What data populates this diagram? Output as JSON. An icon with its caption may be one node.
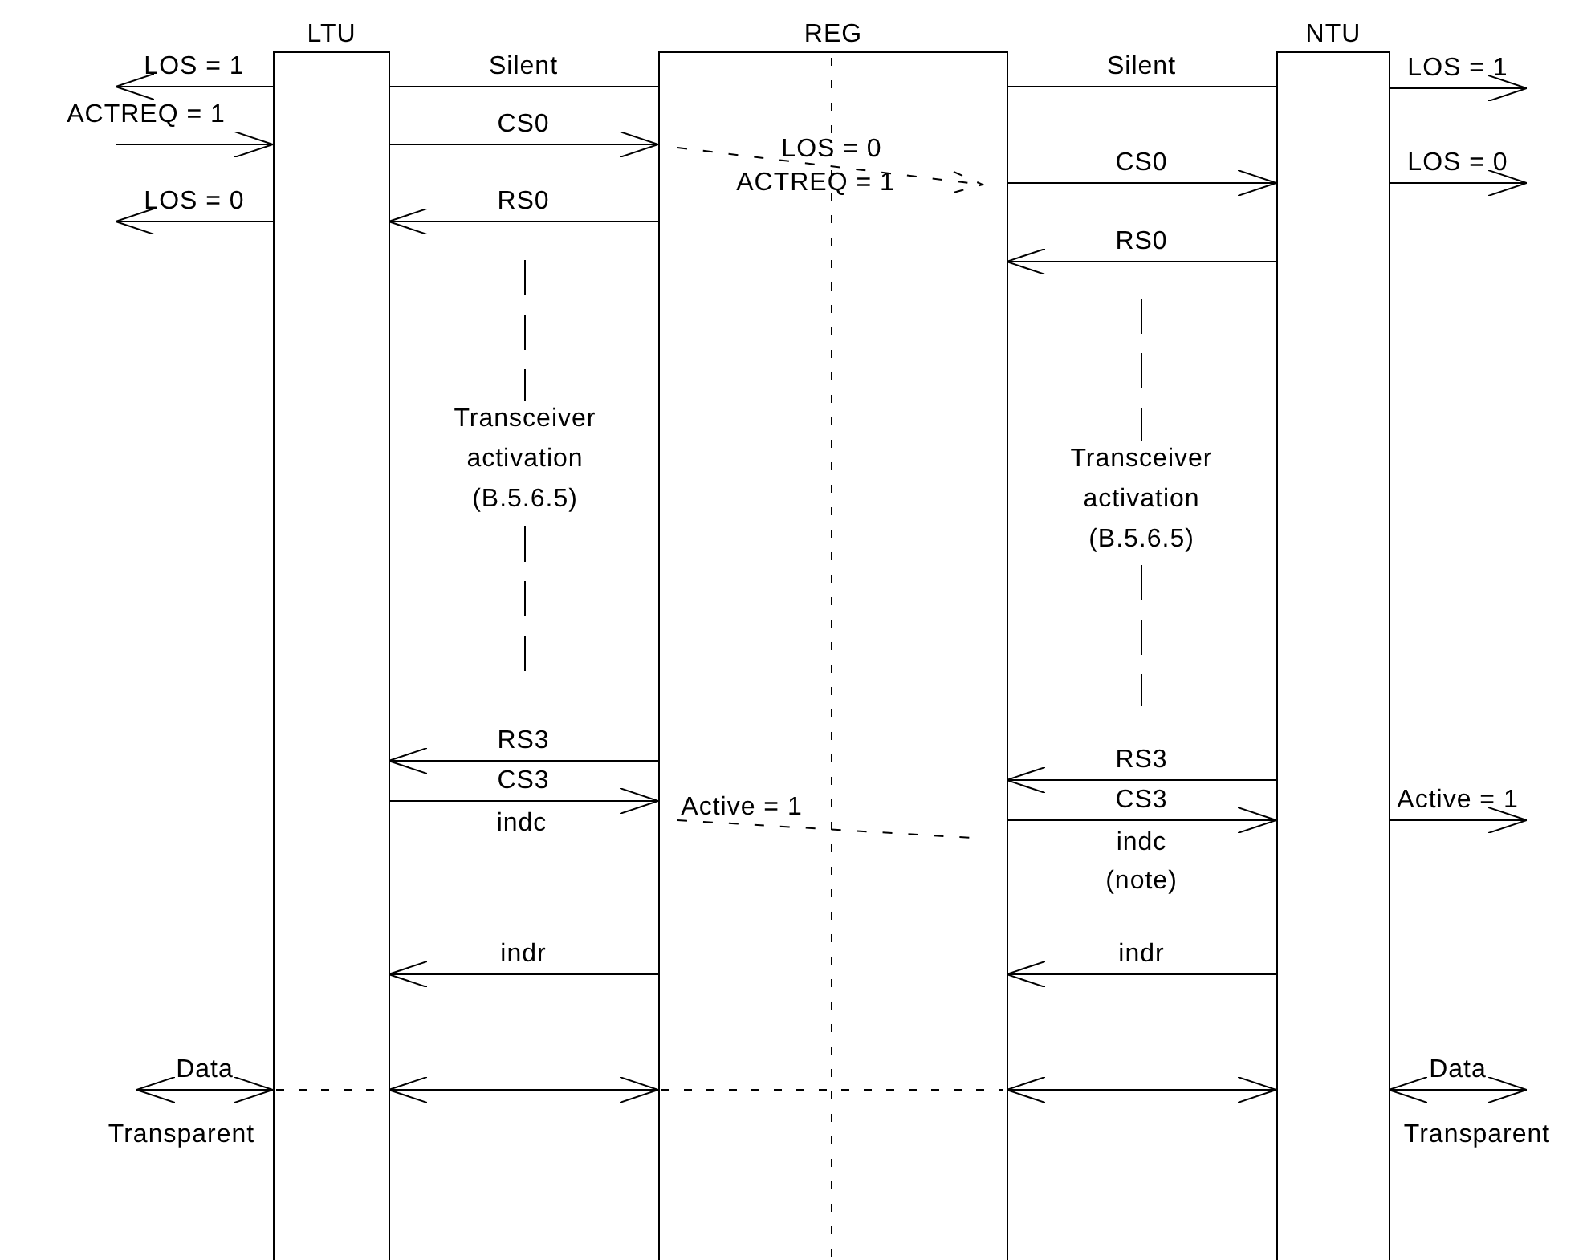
{
  "diagram": {
    "nodes": [
      {
        "text": [
          "LTU"
        ]
      },
      {
        "text": [
          "REG"
        ]
      },
      {
        "text": [
          "NTU"
        ]
      }
    ],
    "edges": [
      {
        "from": 0,
        "to": null,
        "arrow": "to",
        "label": "LOS = 1"
      },
      {
        "from": 0,
        "to": 1,
        "arrow": "none",
        "label": "Silent"
      },
      {
        "from": 1,
        "to": 2,
        "arrow": "none",
        "label": "Silent"
      },
      {
        "from": 2,
        "to": null,
        "arrow": "to",
        "label": "LOS = 1"
      },
      {
        "from": null,
        "to": 0,
        "arrow": "to",
        "label": "ACTREQ = 1"
      },
      {
        "from": 0,
        "to": 1,
        "arrow": "to",
        "label": "CS0"
      },
      {
        "from": 0,
        "to": null,
        "arrow": "to",
        "label": "LOS = 0"
      },
      {
        "from": 1,
        "to": 0,
        "arrow": "to",
        "label": "RS0"
      },
      {
        "from": 1,
        "to": 2,
        "arrow": "to",
        "label": "CS0"
      },
      {
        "from": 2,
        "to": null,
        "arrow": "to",
        "label": "LOS = 0"
      },
      {
        "from": 2,
        "to": 1,
        "arrow": "to",
        "label": "RS0"
      },
      {
        "from": 1,
        "to": 0,
        "arrow": "to",
        "label": "RS3"
      },
      {
        "from": 0,
        "to": 1,
        "arrow": "to",
        "label": "CS3"
      },
      {
        "from": 2,
        "to": 1,
        "arrow": "to",
        "label": "RS3"
      },
      {
        "from": 1,
        "to": 2,
        "arrow": "to",
        "label": "CS3"
      },
      {
        "from": 2,
        "to": null,
        "arrow": "to",
        "label": "Active = 1"
      },
      {
        "from": 1,
        "to": 0,
        "arrow": "to",
        "label": "indr"
      },
      {
        "from": 2,
        "to": 1,
        "arrow": "to",
        "label": "indr"
      },
      {
        "from": null,
        "to": 0,
        "arrow": "both",
        "label": "Data"
      },
      {
        "from": 0,
        "to": 1,
        "arrow": "both"
      },
      {
        "from": 1,
        "to": 2,
        "arrow": "both"
      },
      {
        "from": 2,
        "to": null,
        "arrow": "both",
        "label": "Data"
      }
    ],
    "labels": [
      "LOS = 0",
      "ACTREQ = 1",
      "Transceiver activation (B.5.6.5)",
      "Transceiver activation (B.5.6.5)",
      "indc",
      "Active = 1",
      "indc",
      "(note)",
      "Transparent",
      "Transparent"
    ]
  }
}
